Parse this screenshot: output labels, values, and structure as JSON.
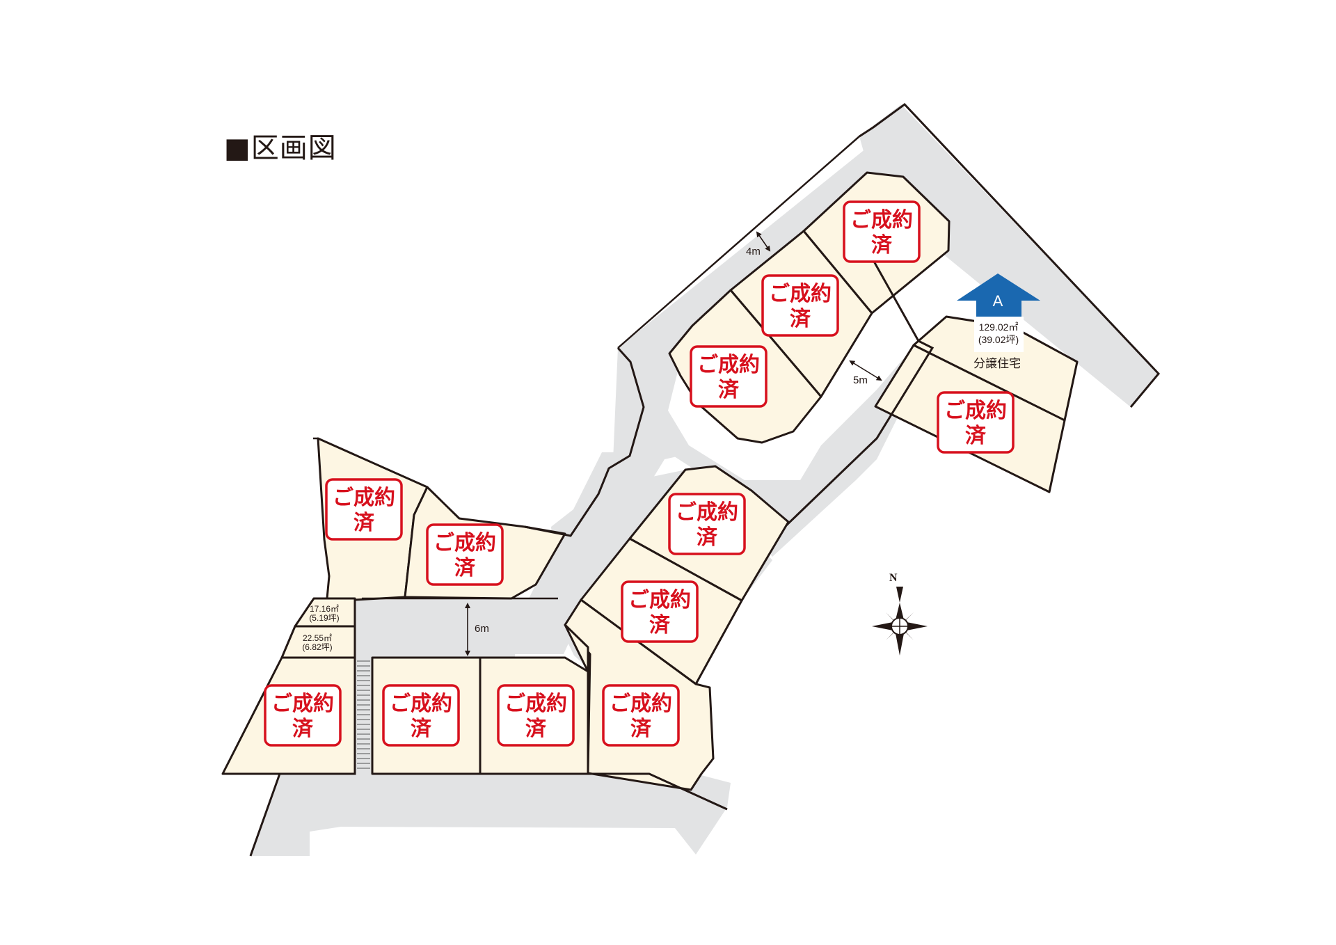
{
  "title": "■区画図",
  "sold_label_line1": "ご成約",
  "sold_label_line2": "済",
  "sale_lot": {
    "letter": "A",
    "area_m2": "129.02㎡",
    "area_tsubo": "(39.02坪)",
    "label": "分譲住宅",
    "color": "#1a68b0"
  },
  "small_lots": [
    {
      "area_m2": "17.16㎡",
      "area_tsubo": "(5.19坪)"
    },
    {
      "area_m2": "22.55㎡",
      "area_tsubo": "(6.82坪)"
    }
  ],
  "road_widths": {
    "upper": "4m",
    "middle": "5m",
    "lower": "6m"
  },
  "compass": {
    "north_label": "N"
  },
  "colors": {
    "lot_fill": "#fdf6e3",
    "road": "#e2e3e4",
    "sold_red": "#d7101d"
  }
}
